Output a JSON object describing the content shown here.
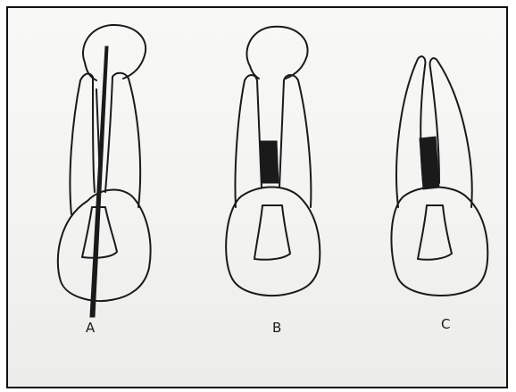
{
  "figure": {
    "labels": {
      "a": "A",
      "b": "B",
      "c": "C"
    },
    "colors": {
      "ink": "#1a1a1a",
      "paper": "#f5f5f3",
      "frame": "#111111"
    }
  }
}
